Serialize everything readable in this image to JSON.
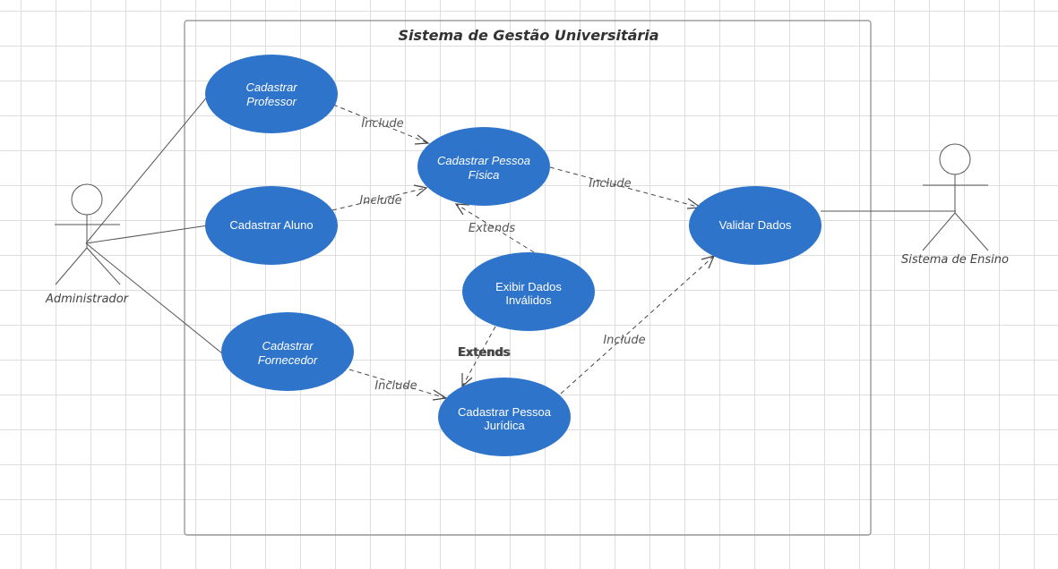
{
  "system": {
    "title": "Sistema de Gestão Universitária"
  },
  "actors": {
    "admin": {
      "label": "Administrador"
    },
    "ensino": {
      "label": "Sistema de Ensino"
    }
  },
  "use_cases": {
    "cadastrar_professor": {
      "line1": "Cadastrar",
      "line2": "Professor"
    },
    "cadastrar_aluno": {
      "line1": "Cadastrar Aluno"
    },
    "cadastrar_fornecedor": {
      "line1": "Cadastrar",
      "line2": "Fornecedor"
    },
    "cadastrar_pessoa_fisica": {
      "line1": "Cadastrar Pessoa",
      "line2": "Física"
    },
    "exibir_dados_invalidos": {
      "line1": "Exibir Dados",
      "line2": "Inválidos"
    },
    "cadastrar_pessoa_juridica": {
      "line1": "Cadastrar Pessoa",
      "line2": "Jurídica"
    },
    "validar_dados": {
      "line1": "Validar Dados"
    }
  },
  "relations": {
    "professor_include": "Include",
    "aluno_include": "Include",
    "fornecedor_include": "Include",
    "pf_include": "Include",
    "pj_include": "Include",
    "extends_pf": "Extends",
    "extends_pj_a": "Extends",
    "extends_pj_b": "Extends"
  },
  "colors": {
    "use_case_fill": "#2f74cb",
    "use_case_text": "#ffffff",
    "line": "#555555"
  }
}
